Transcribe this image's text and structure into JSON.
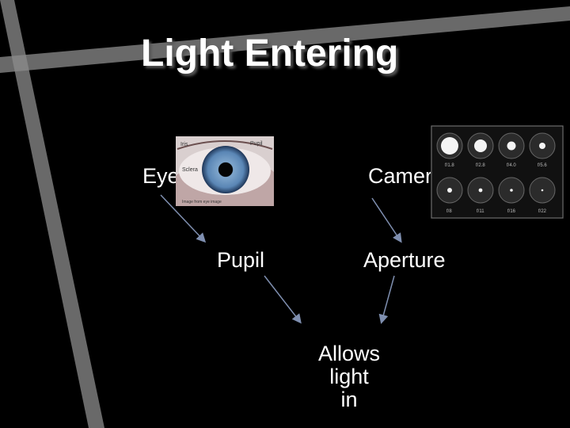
{
  "slide": {
    "title": "Light Entering",
    "nodes": {
      "eye": "Eye",
      "camera": "Camera",
      "pupil": "Pupil",
      "aperture": "Aperture",
      "allows": [
        "Allows",
        "light",
        "in"
      ]
    },
    "eye_photo": {
      "labels": {
        "iris": "Iris",
        "pupil": "Pupil",
        "sclera": "Sclera"
      },
      "caption": "Image from eye image"
    },
    "aperture_photo": {
      "top_row": [
        "f/1.8",
        "f/2.8",
        "f/4.0",
        "f/5.6"
      ],
      "bottom_row": [
        "f/8",
        "f/11",
        "f/16",
        "f/22"
      ]
    }
  },
  "colors": {
    "background": "#000000",
    "band": "#8c8c8c",
    "arrow": "#7f8fb0",
    "text": "#ffffff"
  }
}
